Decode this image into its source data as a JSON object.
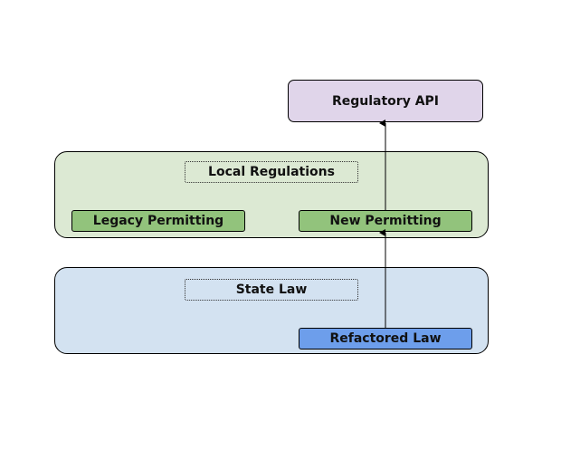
{
  "diagram": {
    "api": {
      "label": "Regulatory API"
    },
    "local_layer": {
      "title": "Local Regulations",
      "items": [
        "Legacy Permitting",
        "New Permitting"
      ]
    },
    "state_layer": {
      "title": "State Law",
      "items": [
        "Refactored Law"
      ]
    },
    "colors": {
      "api_fill": "#e0d5ea",
      "local_layer_fill": "#dce9d3",
      "state_layer_fill": "#d3e2f1",
      "green_box_fill": "#92c37c",
      "blue_box_fill": "#6d9eeb",
      "line": "#000000"
    },
    "connections": [
      {
        "from": "Refactored Law",
        "to": "New Permitting"
      },
      {
        "from": "New Permitting",
        "to": "Regulatory API"
      }
    ]
  }
}
